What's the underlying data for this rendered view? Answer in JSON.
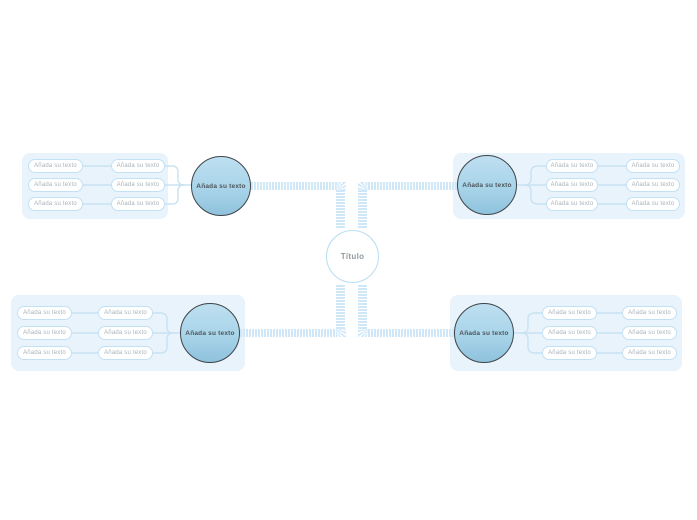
{
  "center": {
    "label": "Título"
  },
  "branches": [
    {
      "position": "top-left",
      "label": "Añada su texto",
      "rows": [
        {
          "child": "Añada su texto",
          "grandchild": "Añada su texto"
        },
        {
          "child": "Añada su texto",
          "grandchild": "Añada su texto"
        },
        {
          "child": "Añada su texto",
          "grandchild": "Añada su texto"
        }
      ]
    },
    {
      "position": "top-right",
      "label": "Añada su texto",
      "rows": [
        {
          "child": "Añada su texto",
          "grandchild": "Añada su texto"
        },
        {
          "child": "Añada su texto",
          "grandchild": "Añada su texto"
        },
        {
          "child": "Añada su texto",
          "grandchild": "Añada su texto"
        }
      ]
    },
    {
      "position": "bottom-left",
      "label": "Añada su texto",
      "rows": [
        {
          "child": "Añada su texto",
          "grandchild": "Añada su texto"
        },
        {
          "child": "Añada su texto",
          "grandchild": "Añada su texto"
        },
        {
          "child": "Añada su texto",
          "grandchild": "Añada su texto"
        }
      ]
    },
    {
      "position": "bottom-right",
      "label": "Añada su texto",
      "rows": [
        {
          "child": "Añada su texto",
          "grandchild": "Añada su texto"
        },
        {
          "child": "Añada su texto",
          "grandchild": "Añada su texto"
        },
        {
          "child": "Añada su texto",
          "grandchild": "Añada su texto"
        }
      ]
    }
  ],
  "colors": {
    "panel_bg": "#e8f3fb",
    "ribbon_stripe": "#cfe7f6",
    "pill_border": "#c3e1f4",
    "thin_line": "#c9e2f2",
    "topic_fill_top": "#bedff0",
    "topic_fill_bottom": "#8fc2dd",
    "topic_border": "#3e4448",
    "center_border": "#b9dcf2",
    "pill_text": "#a9b3ba",
    "topic_text": "#4d555b",
    "center_text": "#8f999f"
  }
}
